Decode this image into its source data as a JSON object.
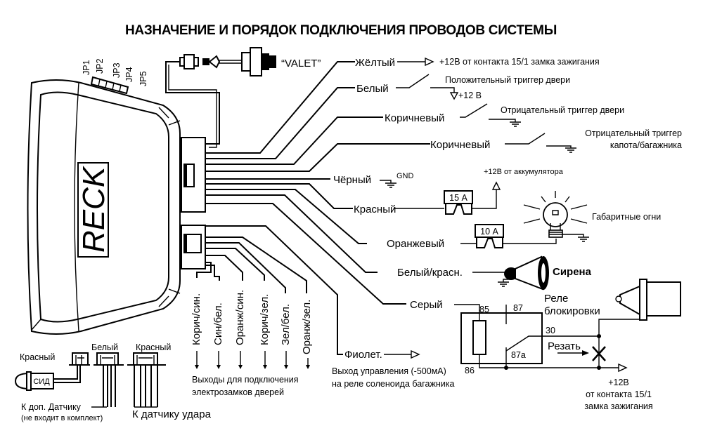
{
  "title": "НАЗНАЧЕНИЕ И ПОРЯДОК ПОДКЛЮЧЕНИЯ ПРОВОДОВ СИСТЕМЫ",
  "unit": {
    "brand": "RECK",
    "jumpers": [
      "JP1",
      "JP2",
      "JP3",
      "JP4",
      "JP5"
    ],
    "valet_label": "“VALET”"
  },
  "wires": {
    "yellow": {
      "color": "Жёлтый",
      "target": "+12В от контакта 15/1 замка зажигания"
    },
    "white": {
      "color": "Белый",
      "target": "Положительный триггер двери",
      "supply": "+12 В"
    },
    "brown1": {
      "color": "Коричневый",
      "target": "Отрицательный триггер двери"
    },
    "brown2": {
      "color": "Коричневый",
      "target_line1": "Отрицательный триггер",
      "target_line2": "капота/багажника"
    },
    "black": {
      "color": "Чёрный",
      "target": "GND"
    },
    "red": {
      "color": "Красный",
      "fuse": "15 А",
      "target": "+12В от аккумулятора"
    },
    "orange": {
      "color": "Оранжевый",
      "fuse": "10 А",
      "target": "Габаритные огни"
    },
    "white_red": {
      "color": "Белый/красн.",
      "target": "Сирена"
    },
    "grey": {
      "color": "Серый"
    },
    "violet": {
      "color": "Фиолет.",
      "target_line1": "Выход управления (-500мА)",
      "target_line2": "на реле соленоида багажника"
    }
  },
  "relay": {
    "title_line1": "Реле",
    "title_line2": "блокировки",
    "pins": [
      "85",
      "87",
      "30",
      "87а",
      "86"
    ],
    "cut_label": "Резать",
    "supply_line1": "+12В",
    "supply_line2": "от контакта 15/1",
    "supply_line3": "замка зажигания"
  },
  "door_locks": {
    "wires": [
      "Корич/син.",
      "Син/бел.",
      "Оранж/син.",
      "Корич/зел.",
      "Зел/бел.",
      "Оранж/зел."
    ],
    "label_line1": "Выходы для подключения",
    "label_line2": "электрозамков дверей"
  },
  "sensors": {
    "led_wire": "Красный",
    "led_label": "СИД",
    "aux_label": "К доп. Датчику",
    "aux_note": "(не входит в комплект)",
    "shock_wire1": "Белый",
    "shock_wire2": "Красный",
    "shock_label": "К датчику удара"
  }
}
